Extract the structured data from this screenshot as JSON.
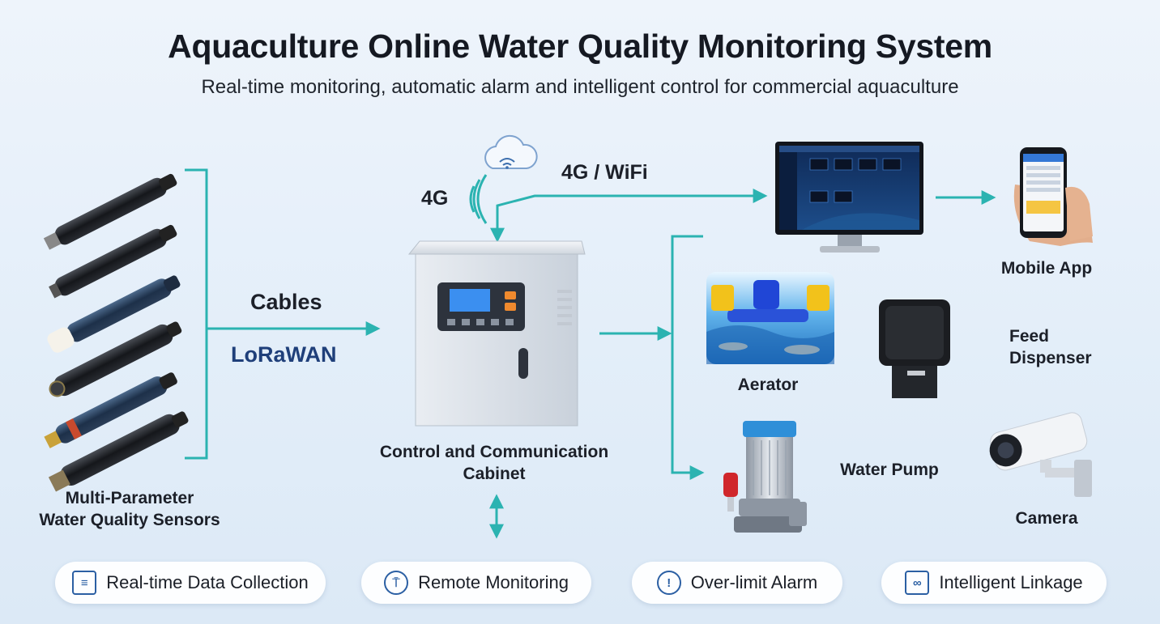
{
  "header": {
    "title": "Aquaculture Online Water Quality Monitoring System",
    "subtitle": "Real-time monitoring, automatic alarm and intelligent control for commercial aquaculture"
  },
  "labels": {
    "sensors_line1": "Multi-Parameter",
    "sensors_line2": "Water Quality Sensors",
    "cables": "Cables",
    "lorawan": "LoRaWAN",
    "g4": "4G",
    "g4_wifi": "4G / WiFi",
    "cabinet_line1": "Control and Communication",
    "cabinet_line2": "Cabinet",
    "mobile_app": "Mobile App",
    "aerator": "Aerator",
    "feed_line1": "Feed",
    "feed_line2": "Dispenser",
    "water_pump": "Water Pump",
    "camera": "Camera"
  },
  "features": [
    {
      "label": "Real-time Data Collection",
      "icon": "document-chart-icon"
    },
    {
      "label": "Remote Monitoring",
      "icon": "antenna-icon"
    },
    {
      "label": "Over-limit Alarm",
      "icon": "alarm-bell-icon"
    },
    {
      "label": "Intelligent Linkage",
      "icon": "linkage-icon"
    }
  ],
  "colors": {
    "connector": "#2bb3b1",
    "accent_blue": "#1f3f7a",
    "cabinet_screen": "#3b8ff0"
  }
}
